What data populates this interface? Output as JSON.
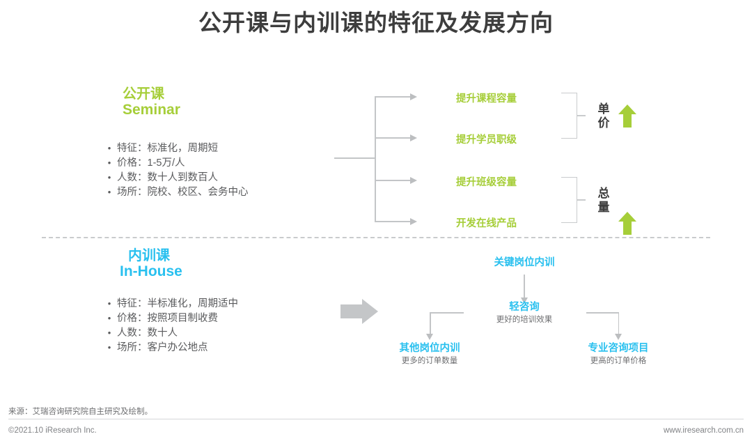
{
  "title": "公开课与内训课的特征及发展方向",
  "colors": {
    "green": "#a6ce39",
    "blue": "#29c0ef",
    "gray_line": "#c3c5c7",
    "text": "#58595b",
    "title": "#3d3d3d"
  },
  "seminar": {
    "cn": "公开课",
    "en": "Seminar",
    "bullet": "•",
    "items": [
      "特征：标准化，周期短",
      "价格：1-5万/人",
      "人数：数十人到数百人",
      "场所：院校、校区、会务中心"
    ]
  },
  "inhouse": {
    "cn": "内训课",
    "en": "In-House",
    "bullet": "•",
    "items": [
      "特征：半标准化，周期适中",
      "价格：按照项目制收费",
      "人数：数十人",
      "场所：客户办公地点"
    ]
  },
  "directions": {
    "labels": [
      "提升课程容量",
      "提升学员职级",
      "提升班级容量",
      "开发在线产品"
    ],
    "outcomes": [
      {
        "line1": "单",
        "line2": "价",
        "arrow": "up-arrow-icon"
      },
      {
        "line1": "总",
        "line2": "量",
        "arrow": "up-arrow-icon"
      }
    ]
  },
  "flow": {
    "top": {
      "title": "关键岗位内训",
      "sub": ""
    },
    "middle": {
      "title": "轻咨询",
      "sub": "更好的培训效果"
    },
    "left": {
      "title": "其他岗位内训",
      "sub": "更多的订单数量"
    },
    "right": {
      "title": "专业咨询项目",
      "sub": "更高的订单价格"
    }
  },
  "footer": {
    "source": "来源：艾瑞咨询研究院自主研究及绘制。",
    "copyright": "©2021.10 iResearch Inc.",
    "url": "www.iresearch.com.cn"
  }
}
